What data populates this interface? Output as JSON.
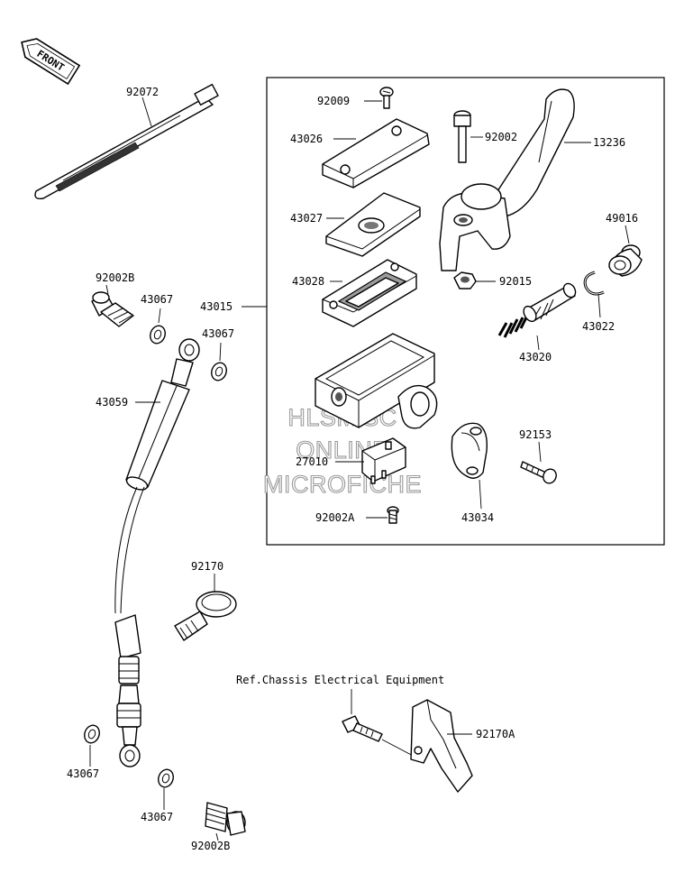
{
  "direction_tag": "FRONT",
  "reference_note": "Ref.Chassis Electrical Equipment",
  "watermark": {
    "line1": "HLSM'SC",
    "line2": "ONLINE",
    "line3": "MICROFICHE"
  },
  "labels": {
    "p92072": "92072",
    "p92009": "92009",
    "p43026": "43026",
    "p92002": "92002",
    "p13236": "13236",
    "p43027": "43027",
    "p49016": "49016",
    "p92002B_top": "92002B",
    "p43067_a": "43067",
    "p43015": "43015",
    "p43028": "43028",
    "p92015": "92015",
    "p43067_b": "43067",
    "p43022": "43022",
    "p43020": "43020",
    "p43059": "43059",
    "p92153": "92153",
    "p27010": "27010",
    "p43034": "43034",
    "p92002A": "92002A",
    "p92170": "92170",
    "p92170A": "92170A",
    "p43067_c": "43067",
    "p43067_d": "43067",
    "p92002B_bottom": "92002B"
  }
}
